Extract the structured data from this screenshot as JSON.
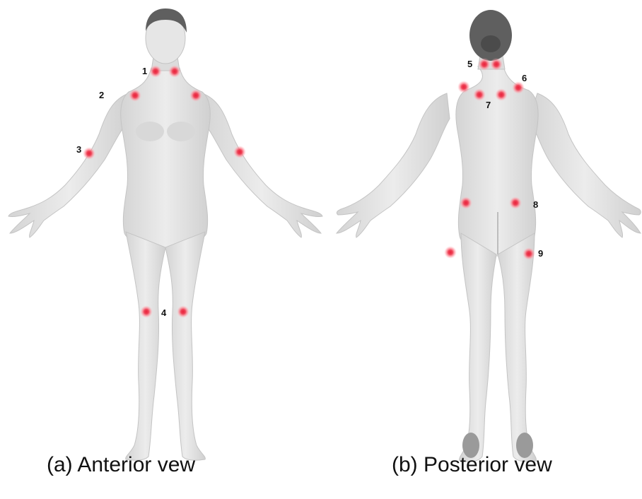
{
  "anterior": {
    "caption": "(a)  Anterior vew",
    "points": [
      {
        "number": "1"
      },
      {
        "number": "2"
      },
      {
        "number": "3"
      },
      {
        "number": "4"
      }
    ]
  },
  "posterior": {
    "caption": "(b)  Posterior vew",
    "points": [
      {
        "number": "5"
      },
      {
        "number": "6"
      },
      {
        "number": "7"
      },
      {
        "number": "8"
      },
      {
        "number": "9"
      }
    ]
  },
  "colors": {
    "body_fill": "#e2e2e2",
    "body_stroke": "#c4c4c4",
    "hair": "#5f5f5f",
    "marker": "#e8213a",
    "marker_glow": "#ff8a96"
  }
}
